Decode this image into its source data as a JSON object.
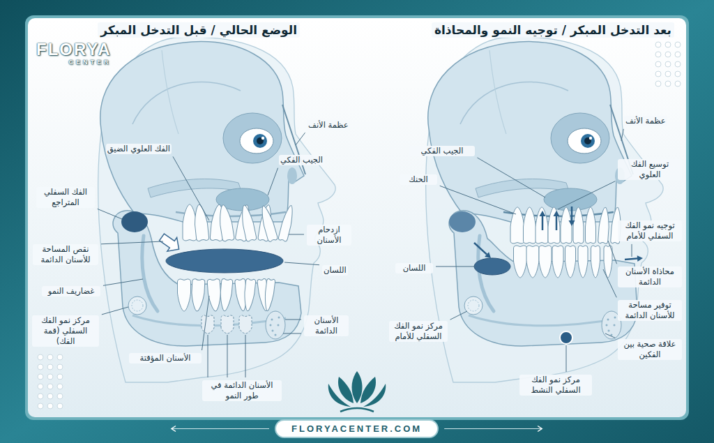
{
  "diagram": {
    "nodes": [
      {
        "text": [
          "FLORYACENTER.COM"
        ]
      }
    ],
    "labels": [
      "الوضع الحالي / قبل التدخل المبكر",
      "بعد التدخل المبكر / توجيه النمو والمحاذاة",
      "FLORYA",
      "CENTER",
      "الفك العلوي الضيق",
      "عظمة الأنف",
      "الجيب الفكي",
      "الفك السفلي المتراجع",
      "ازدحام الأسنان",
      "نقص المساحة للأسنان الدائمة",
      "اللسان",
      "غضاريف النمو",
      "مركز نمو الفك السفلي (قمة الفك)",
      "الأسنان الدائمة",
      "الأسنان المؤقتة",
      "الأسنان الدائمة في طور النمو",
      "الجيب الفكي",
      "عظمة الأنف",
      "الحنك",
      "توسيع الفك العلوي",
      "توجيه نمو الفك السفلي للأمام",
      "اللسان",
      "محاذاة الأسنان الدائمة",
      "توفير مساحة للأسنان الدائمة",
      "مركز نمو الفك السفلي للأمام",
      "علاقة صحية بين الفكين",
      "مركز نمو الفك السفلي النشط"
    ]
  }
}
